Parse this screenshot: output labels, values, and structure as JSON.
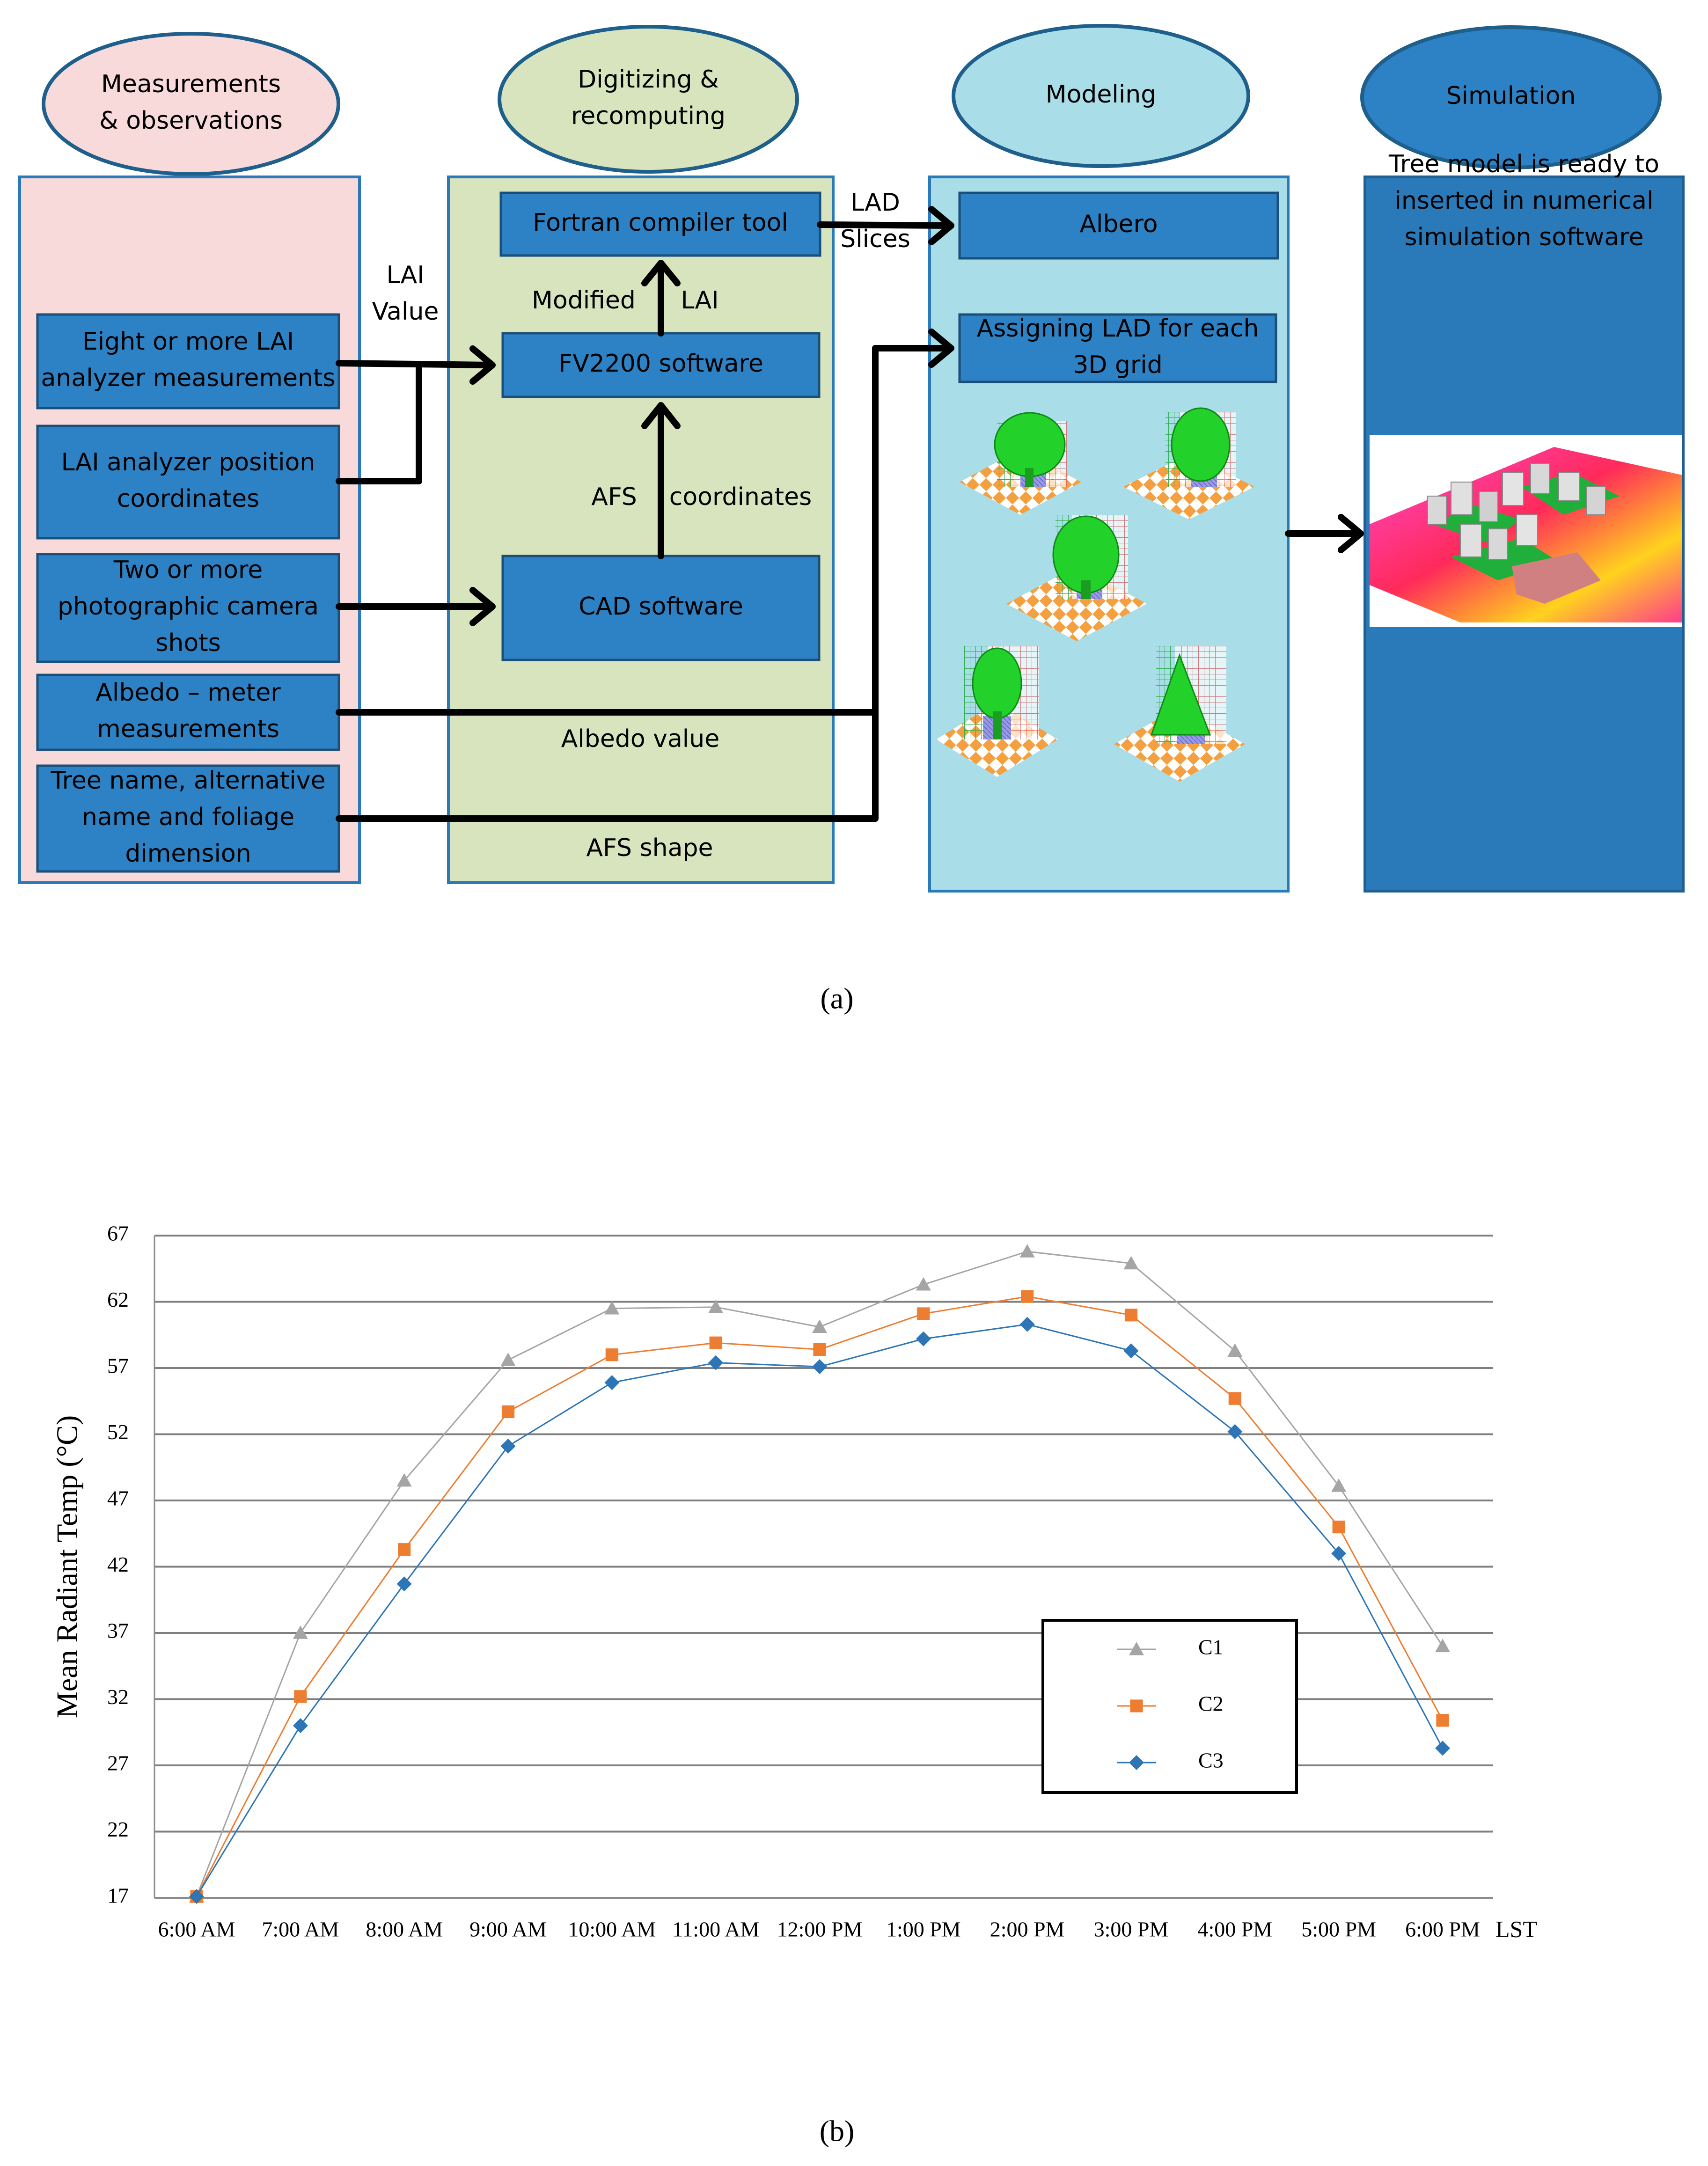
{
  "figure_a": {
    "caption": "(a)",
    "phases": {
      "measurements": "Measurements\n& observations",
      "digitizing": "Digitizing  &\nrecomputing",
      "modeling": "Modeling",
      "simulation": "Simulation"
    },
    "inputs": [
      "Eight or more LAI\nanalyzer measurements",
      "LAI analyzer  position\ncoordinates",
      "Two or more\nphotographic camera\nshots",
      "Albedo – meter\nmeasurements",
      "Tree name, alternative\nname and foliage\ndimension"
    ],
    "processing": {
      "fortran": "Fortran compiler tool",
      "fv2200": "FV2200 software",
      "cad": "CAD software"
    },
    "modeling": {
      "albero": "Albero",
      "assigning": "Assigning LAD for each\n3D grid"
    },
    "simulation": {
      "text": "Tree model is ready to\ninserted in numerical\nsimulation software"
    },
    "labels": {
      "lai_value": "LAI\nValue",
      "modified": "Modified",
      "lai": "LAI",
      "afs": "AFS",
      "coordinates": "coordinates",
      "lad_slices": "LAD\nSlices",
      "albedo_value": "Albedo value",
      "afs_shape": "AFS shape"
    },
    "colors": {
      "pink": "#F9DADA",
      "green": "#D7E4BD",
      "cyan": "#A9DDE8",
      "blue": "#2C82C4",
      "dark_blue": "#2A7ABA",
      "arrow": "#000000"
    }
  },
  "figure_b": {
    "caption": "(b)",
    "chart_data": {
      "type": "line",
      "ylabel": "Mean Radiant Temp (°C)",
      "xlabel": "LST",
      "ylim": [
        17,
        67
      ],
      "yticks": [
        17,
        22,
        27,
        32,
        37,
        42,
        47,
        52,
        57,
        62,
        67
      ],
      "grid": true,
      "legend": "center-right",
      "categories": [
        "6:00 AM",
        "7:00 AM",
        "8:00 AM",
        "9:00 AM",
        "10:00 AM",
        "11:00 AM",
        "12:00 PM",
        "1:00 PM",
        "2:00 PM",
        "3:00 PM",
        "4:00 PM",
        "5:00 PM",
        "6:00 PM"
      ],
      "series": [
        {
          "name": "C1",
          "color": "#A5A5A5",
          "marker": "triangle",
          "values": [
            17.1,
            37.0,
            48.5,
            57.6,
            61.5,
            61.6,
            60.1,
            63.3,
            65.8,
            64.9,
            58.3,
            48.1,
            36.0
          ]
        },
        {
          "name": "C2",
          "color": "#ED7D31",
          "marker": "square",
          "values": [
            17.1,
            32.2,
            43.3,
            53.7,
            58.0,
            58.9,
            58.4,
            61.1,
            62.4,
            61.0,
            54.7,
            45.0,
            30.4
          ]
        },
        {
          "name": "C3",
          "color": "#2E75B6",
          "marker": "diamond",
          "values": [
            17.1,
            30.0,
            40.7,
            51.1,
            55.9,
            57.4,
            57.1,
            59.2,
            60.3,
            58.3,
            52.2,
            43.0,
            28.3
          ]
        }
      ]
    }
  }
}
